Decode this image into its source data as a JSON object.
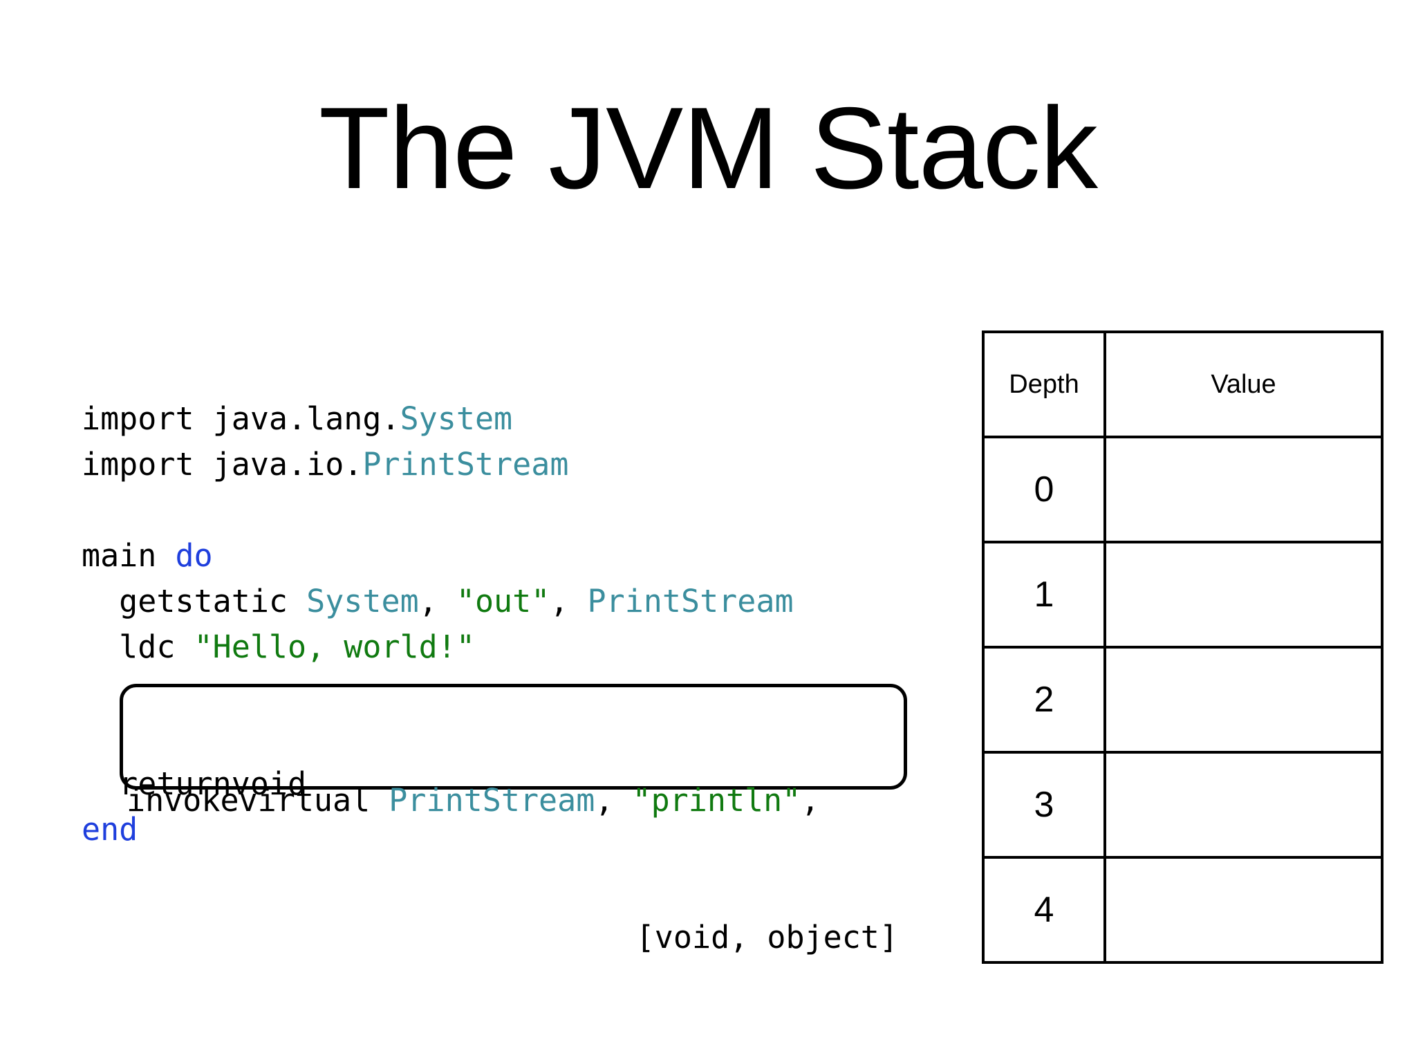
{
  "slide": {
    "title": "The JVM Stack",
    "background_color": "#ffffff"
  },
  "colors": {
    "text": "#000000",
    "type_name": "#3b8e9e",
    "string_literal": "#107a10",
    "keyword": "#1f3fdd",
    "rule": "#000000"
  },
  "code": {
    "language": "jvm-assembly",
    "lines": [
      {
        "id": "import-system",
        "tokens": [
          {
            "text": "import java.lang.",
            "kind": "plain"
          },
          {
            "text": "System",
            "kind": "type"
          }
        ]
      },
      {
        "id": "import-printstream",
        "tokens": [
          {
            "text": "import java.io.",
            "kind": "plain"
          },
          {
            "text": "PrintStream",
            "kind": "type"
          }
        ]
      },
      {
        "id": "blank-1",
        "tokens": []
      },
      {
        "id": "main-do",
        "tokens": [
          {
            "text": "main ",
            "kind": "plain"
          },
          {
            "text": "do",
            "kind": "keyword"
          }
        ]
      },
      {
        "id": "getstatic",
        "indent": 1,
        "tokens": [
          {
            "text": "getstatic ",
            "kind": "plain"
          },
          {
            "text": "System",
            "kind": "type"
          },
          {
            "text": ", ",
            "kind": "plain"
          },
          {
            "text": "\"out\"",
            "kind": "string"
          },
          {
            "text": ", ",
            "kind": "plain"
          },
          {
            "text": "PrintStream",
            "kind": "type"
          }
        ]
      },
      {
        "id": "ldc",
        "indent": 1,
        "tokens": [
          {
            "text": "ldc ",
            "kind": "plain"
          },
          {
            "text": "\"Hello, world!\"",
            "kind": "string"
          }
        ]
      },
      {
        "id": "highlight-placeholder-1",
        "tokens": []
      },
      {
        "id": "highlight-placeholder-2",
        "tokens": []
      },
      {
        "id": "returnvoid",
        "indent": 1,
        "tokens": [
          {
            "text": "returnvoid",
            "kind": "plain"
          }
        ]
      },
      {
        "id": "end",
        "tokens": [
          {
            "text": "end",
            "kind": "keyword"
          }
        ]
      }
    ]
  },
  "highlight": {
    "id": "invokevirtual-statement",
    "shape": "rounded-rectangle",
    "line1_tokens": [
      {
        "text": "invokevirtual ",
        "kind": "plain"
      },
      {
        "text": "PrintStream",
        "kind": "type"
      },
      {
        "text": ", ",
        "kind": "plain"
      },
      {
        "text": "\"println\"",
        "kind": "string"
      },
      {
        "text": ",",
        "kind": "plain"
      }
    ],
    "line2_tokens": [
      {
        "text": "[void, object]",
        "kind": "plain"
      }
    ]
  },
  "stack_table": {
    "headers": [
      "Depth",
      "Value"
    ],
    "rows": [
      {
        "depth": "0",
        "value": ""
      },
      {
        "depth": "1",
        "value": ""
      },
      {
        "depth": "2",
        "value": ""
      },
      {
        "depth": "3",
        "value": ""
      },
      {
        "depth": "4",
        "value": ""
      }
    ]
  }
}
